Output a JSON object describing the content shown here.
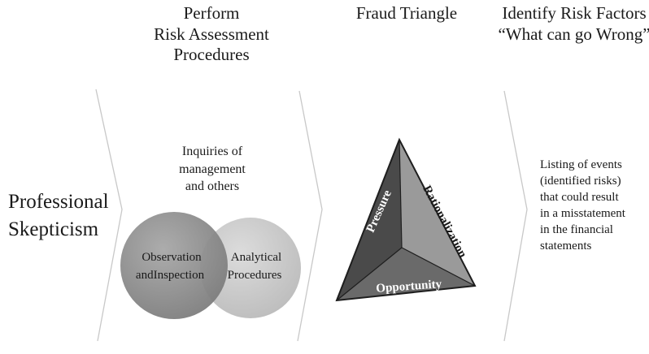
{
  "headers": {
    "perform": [
      "Perform",
      "Risk Assessment",
      "Procedures"
    ],
    "fraud": "Fraud Triangle",
    "identify": [
      "Identify Risk Factors",
      "“What can go Wrong”"
    ]
  },
  "professional_skepticism": [
    "Professional",
    "Skepticism"
  ],
  "inquiries": [
    "Inquiries of",
    "management",
    "and others"
  ],
  "circles": {
    "left": [
      "Observation",
      "andInspection"
    ],
    "right": [
      "Analytical",
      "Procedures"
    ]
  },
  "triangle": {
    "left_face": "Pressure",
    "right_face": "Rationalization",
    "bottom_face": "Opportunity",
    "colors": {
      "left": "#4a4a4a",
      "right": "#9a9a9a",
      "bottom": "#6a6a6a",
      "edge": "#1e1e1e"
    }
  },
  "listing": [
    "Listing of events",
    "(identified risks)",
    "that could result",
    "in a misstatement",
    "in the financial",
    "statements"
  ],
  "colors": {
    "circle_left": "#8e8e8e",
    "circle_right": "#c9c9c9",
    "chevron_line": "#c8c8c8"
  }
}
